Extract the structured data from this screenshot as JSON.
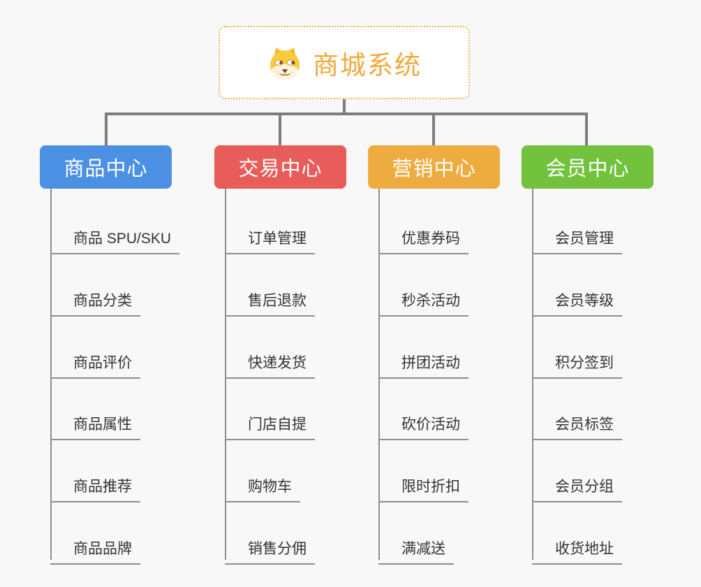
{
  "root": {
    "title": "商城系统",
    "icon": "dog-face-icon"
  },
  "branches": [
    {
      "label": "商品中心",
      "color": "#4b90e2",
      "children": [
        "商品 SPU/SKU",
        "商品分类",
        "商品评价",
        "商品属性",
        "商品推荐",
        "商品品牌"
      ]
    },
    {
      "label": "交易中心",
      "color": "#e85c5a",
      "children": [
        "订单管理",
        "售后退款",
        "快递发货",
        "门店自提",
        "购物车",
        "销售分佣"
      ]
    },
    {
      "label": "营销中心",
      "color": "#eeac40",
      "children": [
        "优惠券码",
        "秒杀活动",
        "拼团活动",
        "砍价活动",
        "限时折扣",
        "满减送"
      ]
    },
    {
      "label": "会员中心",
      "color": "#72c23e",
      "children": [
        "会员管理",
        "会员等级",
        "积分签到",
        "会员标签",
        "会员分组",
        "收货地址"
      ]
    }
  ],
  "colors": {
    "background": "#f8f8f8",
    "root_accent": "#f2a93b",
    "root_border": "#f0b357",
    "connector": "#7d7d7d",
    "leaf_line": "#8e8e8e",
    "leaf_text": "#333333"
  }
}
